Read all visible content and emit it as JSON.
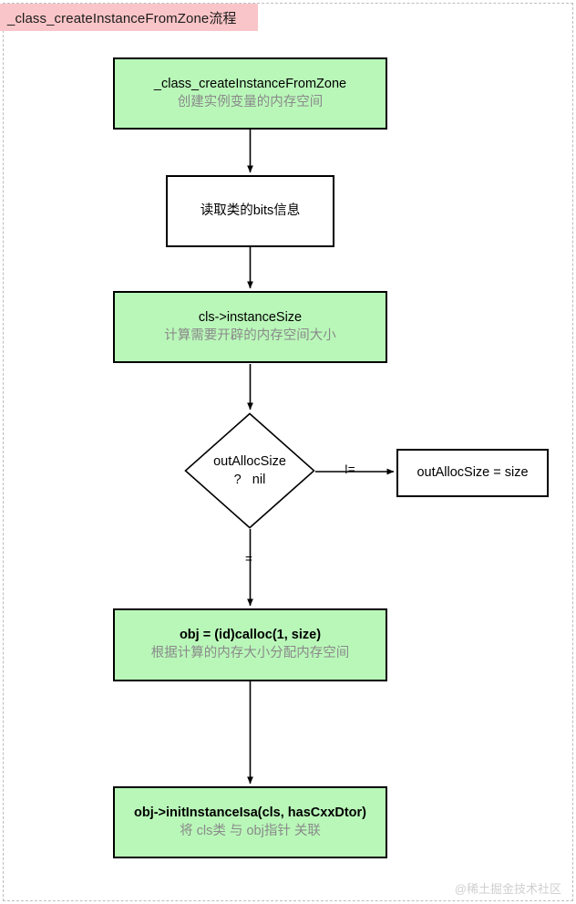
{
  "page": {
    "title_tag": "_class_createInstanceFromZone流程",
    "watermark": "@稀土掘金技术社区",
    "colors": {
      "title_bar_bg": "#fac5c8",
      "node_green_bg": "#b9f7b9",
      "node_white_bg": "#ffffff",
      "node_border": "#000000",
      "subtitle_text": "#8a8a8a",
      "frame_dashed": "#bdbdbd",
      "watermark_text": "#cfcfcf"
    }
  },
  "nodes": [
    {
      "id": "create-instance-from-zone",
      "shape": "rect",
      "fill": "green",
      "line1": "_class_createInstanceFromZone",
      "line2": "创建实例变量的内存空间"
    },
    {
      "id": "read-class-bits",
      "shape": "rect",
      "fill": "white",
      "line1": "读取类的bits信息",
      "line2": ""
    },
    {
      "id": "cls-instance-size",
      "shape": "rect",
      "fill": "green",
      "line1": "cls->instanceSize",
      "line2": "计算需要开辟的内存空间大小"
    },
    {
      "id": "out-alloc-size-decision",
      "shape": "diamond",
      "fill": "white",
      "line1": "outAllocSize",
      "line2": "?   nil"
    },
    {
      "id": "out-alloc-size-assign",
      "shape": "rect",
      "fill": "white",
      "line1": "outAllocSize = size",
      "line2": ""
    },
    {
      "id": "obj-calloc",
      "shape": "rect",
      "fill": "green",
      "line1": "obj = (id)calloc(1, size)",
      "line2": "根据计算的内存大小分配内存空间"
    },
    {
      "id": "obj-init-instance-isa",
      "shape": "rect",
      "fill": "green",
      "line1": "obj->initInstanceIsa(cls, hasCxxDtor)",
      "line2": "将 cls类 与 obj指针 关联"
    }
  ],
  "edges": [
    {
      "id": "e1",
      "from": "create-instance-from-zone",
      "to": "read-class-bits",
      "label": ""
    },
    {
      "id": "e2",
      "from": "read-class-bits",
      "to": "cls-instance-size",
      "label": ""
    },
    {
      "id": "e3",
      "from": "cls-instance-size",
      "to": "out-alloc-size-decision",
      "label": ""
    },
    {
      "id": "e4",
      "from": "out-alloc-size-decision",
      "to": "out-alloc-size-assign",
      "label": "!="
    },
    {
      "id": "e5",
      "from": "out-alloc-size-decision",
      "to": "obj-calloc",
      "label": "="
    },
    {
      "id": "e6",
      "from": "obj-calloc",
      "to": "obj-init-instance-isa",
      "label": ""
    }
  ]
}
